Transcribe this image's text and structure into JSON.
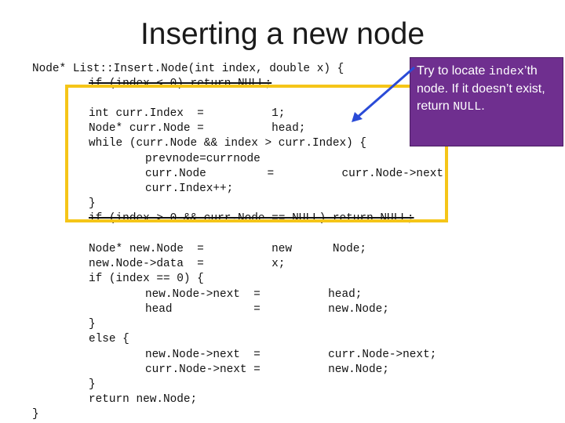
{
  "title": "Inserting a new node",
  "code": {
    "signature": "Node* List::Insert.Node(int index, double x) {",
    "line_check": "if (index < 0) return NULL;",
    "line_index": "int curr.Index  =          1;",
    "line_node": "Node* curr.Node =          head;",
    "line_while": "while (curr.Node && index > curr.Index) {",
    "line_prev": "prevnode=currnode",
    "line_next": "curr.Node         =          curr.Node->next;",
    "line_inc": "curr.Index++;",
    "line_close_while": "}",
    "line_if_null": "if (index > 0 && curr.Node == NULL) return NULL;",
    "line_new": "Node* new.Node  =          new      Node;",
    "line_data": "new.Node->data  =          x;",
    "line_if0": "if (index == 0) {",
    "line_n1": "new.Node->next  =          head;",
    "line_n2": "head            =          new.Node;",
    "line_close_if": "}",
    "line_else": "else {",
    "line_e1": "new.Node->next  =          curr.Node->next;",
    "line_e2": "curr.Node->next =          new.Node;",
    "line_close_else": "}",
    "line_return": "return new.Node;",
    "line_close_fn": "}"
  },
  "callout": {
    "part1": "Try to locate ",
    "mono1": "index",
    "part2": "’th node. If it doesn’t exist, return ",
    "mono2": "NULL",
    "part3": "."
  },
  "colors": {
    "highlight_border": "#f5c518",
    "callout_bg": "#6f2f8f",
    "arrow": "#2a4bd7"
  }
}
